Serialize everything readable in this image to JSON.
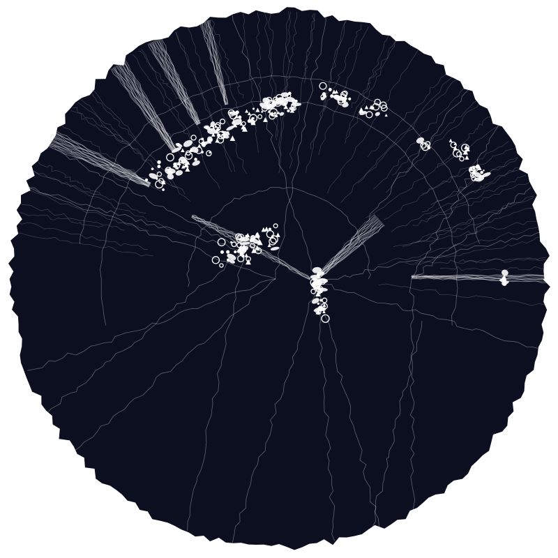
{
  "colors": {
    "page_background": "#ffffff",
    "disc_fill": "#0b0f20",
    "line_color": "#ffffff",
    "glyph_color": "#ffffff"
  },
  "visualization": {
    "shape": "circular-disc-with-ragged-edge",
    "style": "radial flow of thin white lines with clustered glyph markers",
    "clusters": [
      {
        "name": "upper-arc-cluster",
        "density": "very-high"
      },
      {
        "name": "upper-middle-cluster",
        "density": "medium"
      },
      {
        "name": "upper-right-cluster-a",
        "density": "low"
      },
      {
        "name": "upper-right-cluster-b",
        "density": "medium"
      },
      {
        "name": "center-left-cluster",
        "density": "high"
      },
      {
        "name": "center-cluster",
        "density": "high"
      },
      {
        "name": "right-cluster",
        "density": "low"
      }
    ]
  }
}
